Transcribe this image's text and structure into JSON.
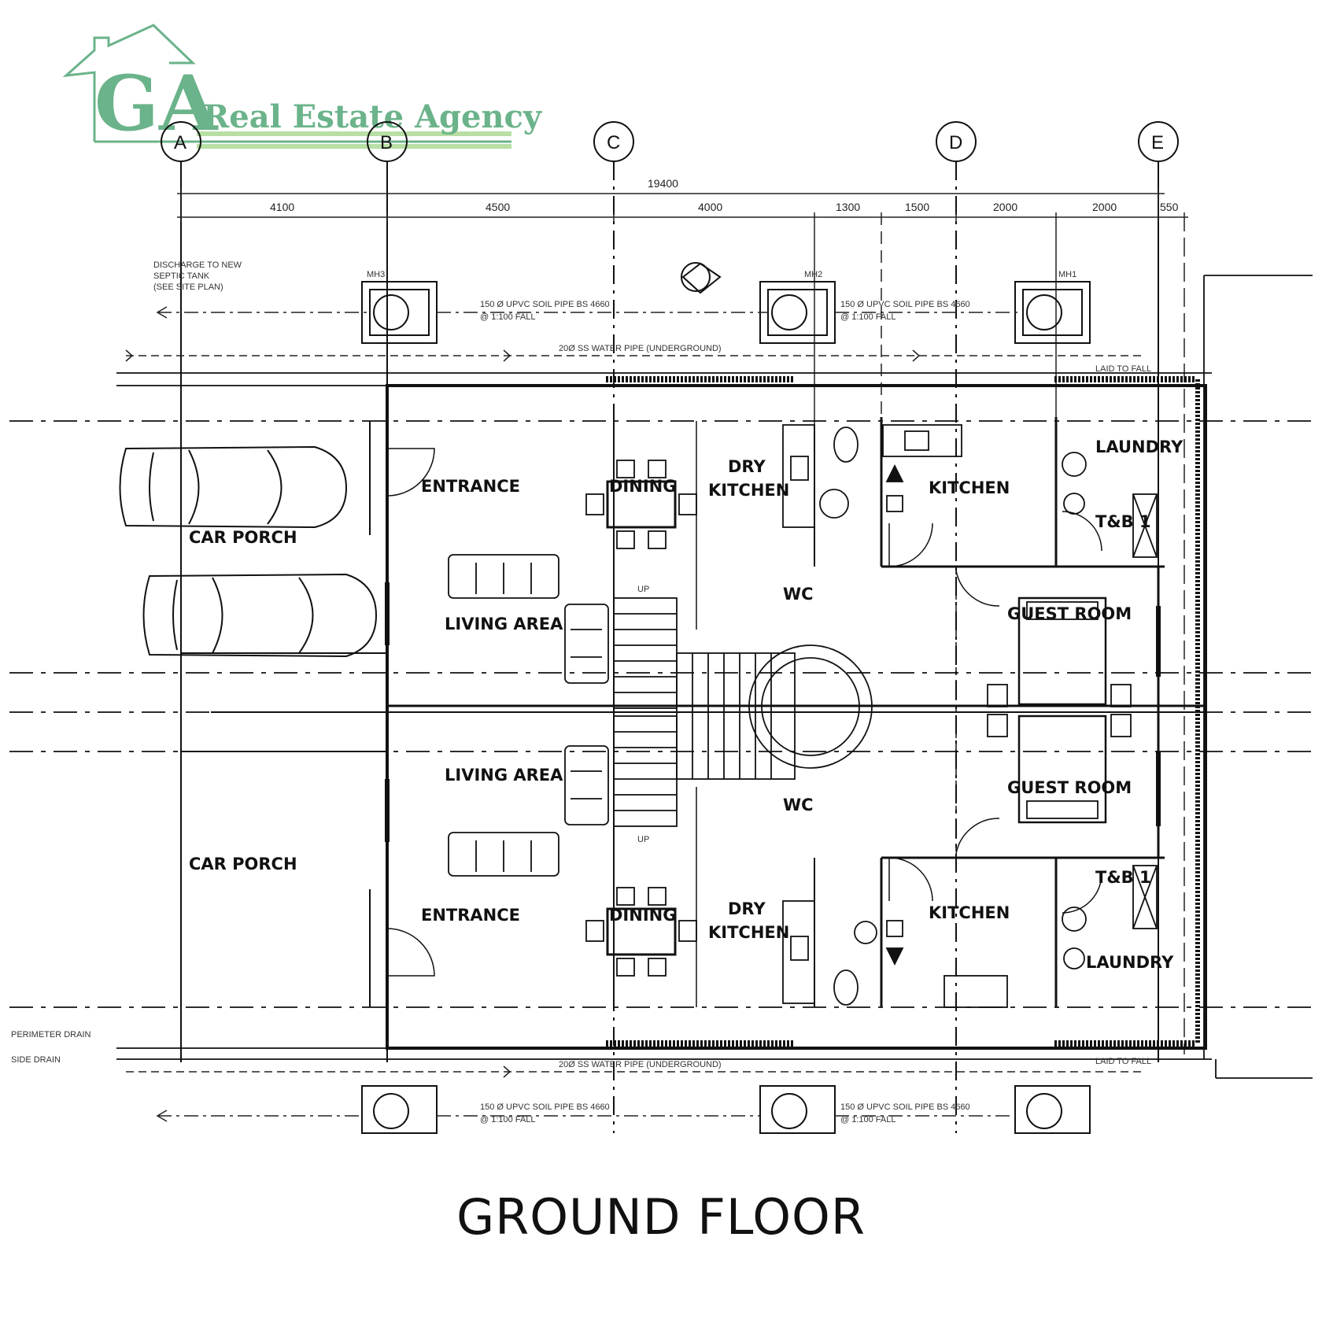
{
  "logo": {
    "initials": "GA",
    "name": "Real Estate Agency",
    "color": "#6bb38a"
  },
  "grid": [
    "A",
    "B",
    "C",
    "D",
    "E"
  ],
  "dimensions": {
    "overall": "19400",
    "segments": [
      "4100",
      "4500",
      "4000",
      "1300",
      "1500",
      "2000",
      "2000",
      "550"
    ]
  },
  "manholes": [
    "MH3",
    "MH2",
    "MH1"
  ],
  "notes": {
    "septic": [
      "DISCHARGE TO NEW",
      "SEPTIC TANK",
      "(SEE SITE PLAN)"
    ],
    "soil_pipe": "150 Ø UPVC SOIL PIPE BS 4660",
    "fall": "@ 1:100 FALL",
    "water_pipe": "20Ø SS WATER PIPE (UNDERGROUND)",
    "perimeter_drain": "PERIMETER DRAIN",
    "side_drain": "SIDE DRAIN",
    "fall_label": "LAID TO FALL"
  },
  "rooms_top": {
    "entrance": "ENTRANCE",
    "car_porch": "CAR PORCH",
    "dining": "DINING",
    "dry_kitchen_1": "DRY",
    "dry_kitchen_2": "KITCHEN",
    "kitchen": "KITCHEN",
    "laundry": "LAUNDRY",
    "tb": "T&B 1",
    "living": "LIVING AREA",
    "wc": "WC",
    "guest": "GUEST ROOM"
  },
  "rooms_bottom": {
    "living": "LIVING AREA",
    "guest": "GUEST ROOM",
    "wc": "WC",
    "car_porch": "CAR PORCH",
    "entrance": "ENTRANCE",
    "dining": "DINING",
    "dry_kitchen_1": "DRY",
    "dry_kitchen_2": "KITCHEN",
    "kitchen": "KITCHEN",
    "tb": "T&B 1",
    "laundry": "LAUNDRY"
  },
  "up_label": "UP",
  "caption": "GROUND FLOOR"
}
